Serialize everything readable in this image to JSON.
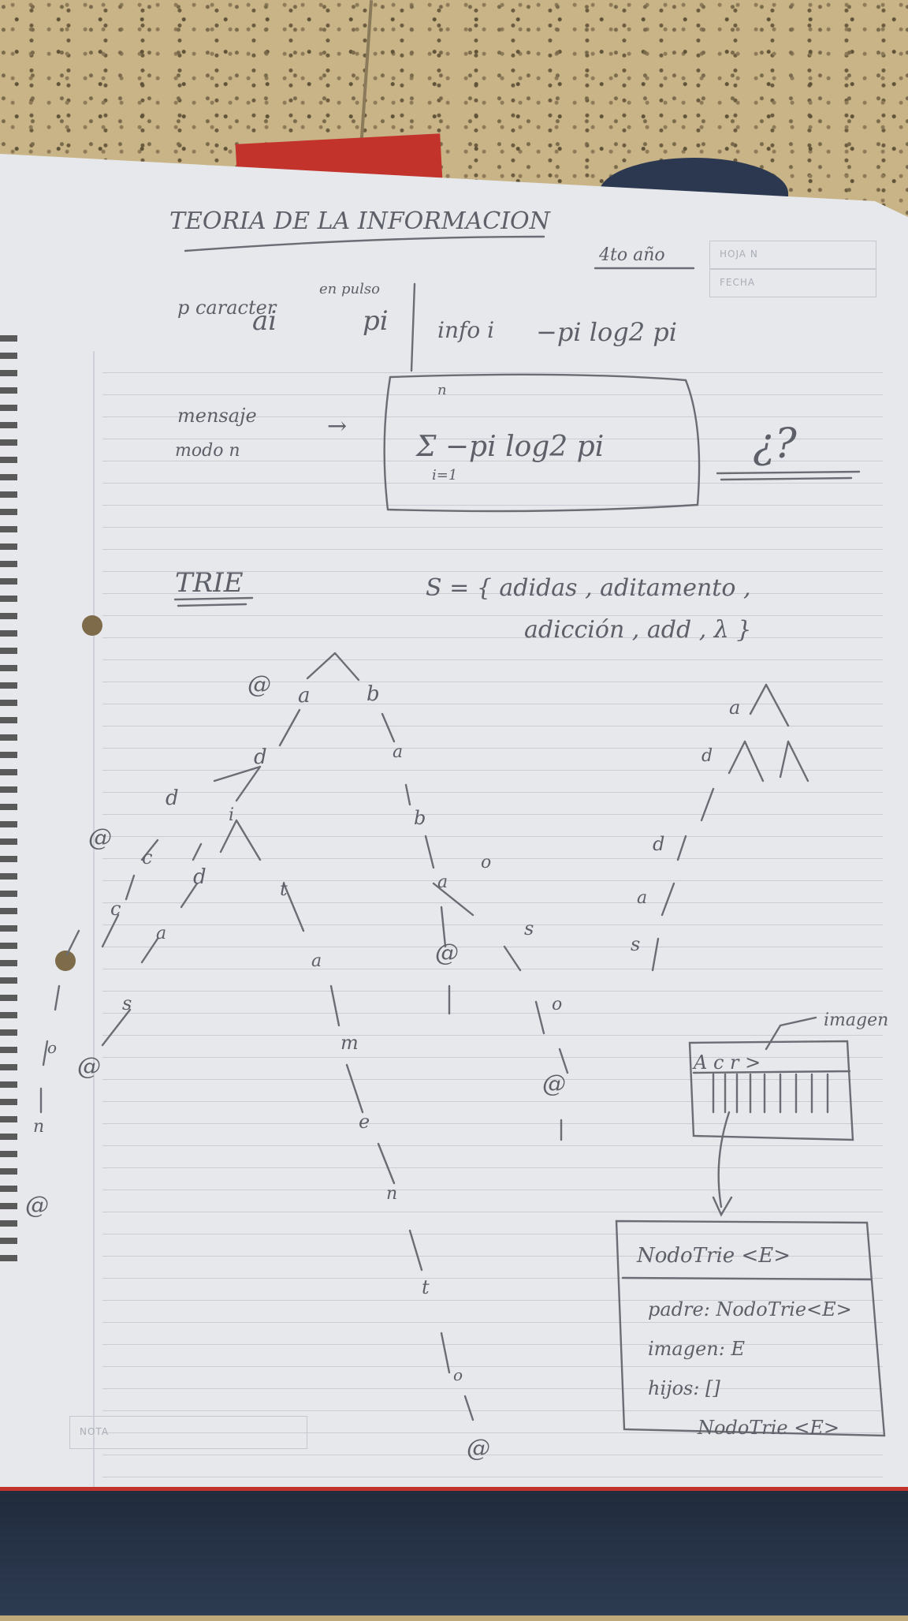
{
  "scene": {
    "floor": "speckled terrazzo floor",
    "notebook": "spiral ruled notebook page with pencil notes"
  },
  "page_header": {
    "title": "TEORIA DE LA INFORMACION",
    "year_note": "4to año",
    "hoja_label": "HOJA N",
    "fecha_label": "FECHA",
    "nota_label": "NOTA"
  },
  "entropy_section": {
    "row_head_a": "p caracter",
    "symbol_a": "ai",
    "row_head_b": "en pulso",
    "symbol_p": "pi",
    "info": "info i",
    "formula": "−pi log2 pi",
    "mensaje": "mensaje",
    "mode": "modo n",
    "arrow": "→",
    "sum_top": "n",
    "sum_formula": "Σ −pi log2 pi",
    "sum_bottom": "i=1",
    "question": "¿?"
  },
  "trie_section": {
    "heading": "TRIE",
    "set_line1": "S = { adidas , aditamento ,",
    "set_line2": "adicción , add , λ }",
    "end_marker": "@"
  },
  "node_box": {
    "image_note": "imagen",
    "cells": "A c r >",
    "class_name": "NodoTrie <E>",
    "field_padre": "padre: NodoTrie<E>",
    "field_imagen": "imagen: E",
    "field_hijos": "hijos: []",
    "hijos_type": "NodoTrie <E>"
  },
  "colors": {
    "pencil": "#6a6d74",
    "paper": "#e7e8ec",
    "folder": "#c2332c",
    "jeans": "#24314a"
  }
}
